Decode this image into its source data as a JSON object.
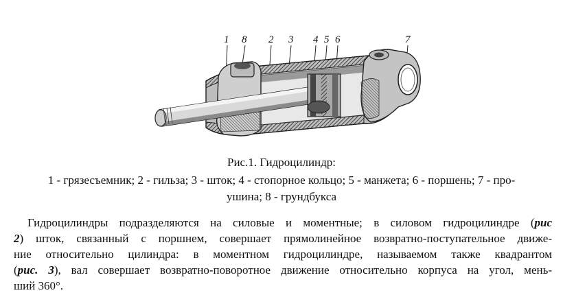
{
  "figure": {
    "callouts": [
      "1",
      "8",
      "2",
      "3",
      "4",
      "5",
      "6",
      "7"
    ]
  },
  "caption": {
    "title": "Рис.1. Гидроцилиндр:",
    "legend_line1": "1 - грязесъемник; 2 - гильза; 3 - шток; 4 - стопорное кольцо; 5 - манжета; 6 - поршень; 7 - про-",
    "legend_line2": "ушина; 8 - грундбукса"
  },
  "paragraph": {
    "l1a": "Гидроцилиндры подразделяются на силовые и моментные; в силовом гидроцилиндре (",
    "l1ref": "рис",
    "l2ref": "2",
    "l2a": ") шток, связанный с поршнем, совершает прямолинейное возвратно-поступательное движе-",
    "l3": "ние относительно цилиндра: в моментном гидроцилиндре, называемом также квадрантом",
    "l4a": "(",
    "l4ref": "рис. 3",
    "l4b": "), вал совершает возвратно-поворотное движение относительно корпуса на угол, мень-",
    "l5": "ший 360°."
  }
}
